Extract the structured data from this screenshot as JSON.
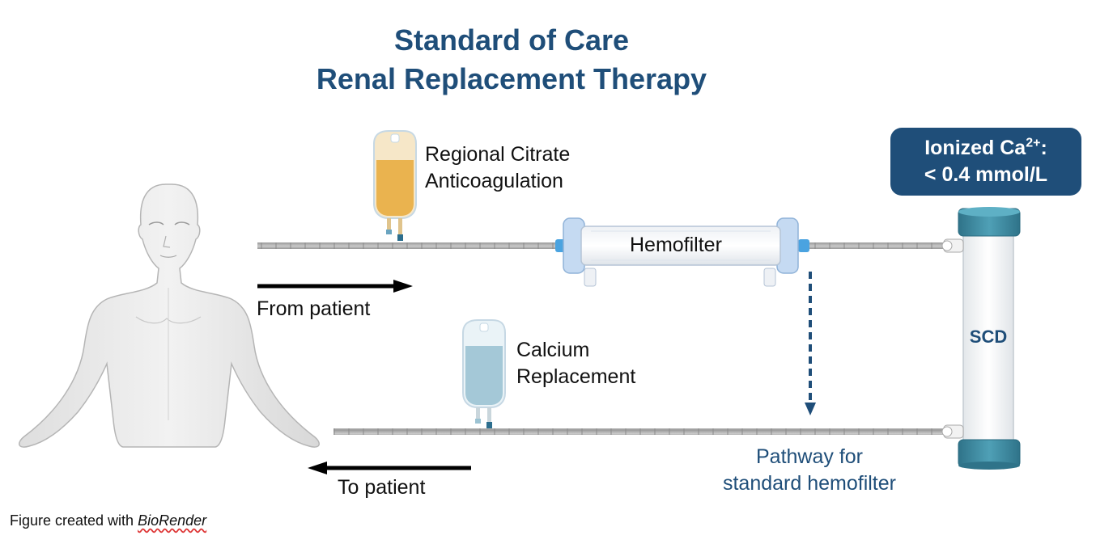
{
  "title": {
    "line1": "Standard of Care",
    "line2": "Renal Replacement Therapy"
  },
  "labels": {
    "citrate_line1": "Regional Citrate",
    "citrate_line2": "Anticoagulation",
    "hemofilter": "Hemofilter",
    "from_patient": "From patient",
    "calcium_line1": "Calcium",
    "calcium_line2": "Replacement",
    "to_patient": "To patient",
    "pathway_line1": "Pathway for",
    "pathway_line2": "standard hemofilter",
    "scd": "SCD"
  },
  "ionized_box": {
    "line1_prefix": "Ionized Ca",
    "line1_sup": "2+",
    "line1_suffix": ":",
    "line2": "< 0.4 mmol/L"
  },
  "footer": {
    "prefix": "Figure created with ",
    "brand": "BioRender"
  },
  "colors": {
    "title_blue": "#1f4e79",
    "citrate_fluid": "#e8a93a",
    "calcium_fluid": "#9cc3d3",
    "scd_cap": "#3e8aa0",
    "tubing": "#b8b8b8"
  }
}
